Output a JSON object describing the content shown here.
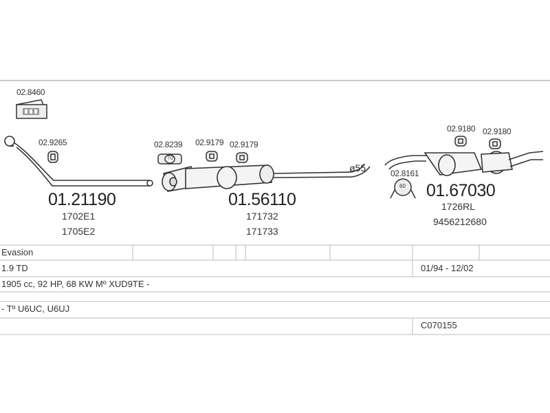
{
  "labels": {
    "clamp_box": "02.8460",
    "gasket_front": "02.9265",
    "front_pipe_part": "01.21190",
    "front_pipe_ref1": "1702E1",
    "front_pipe_ref2": "1705E2",
    "clamp_mid": "02.8239",
    "clamp_mid_inner": "70",
    "hanger_mid1": "02.9179",
    "hanger_mid2": "02.9179",
    "mid_part": "01.56110",
    "mid_ref1": "171732",
    "mid_ref2": "171733",
    "pipe_diameter": "ø55",
    "clamp_rear": "02.8161",
    "clamp_rear_inner": "60",
    "hanger_rear1": "02.9180",
    "hanger_rear2": "02.9180",
    "rear_part": "01.67030",
    "rear_ref1": "1726RL",
    "rear_ref2": "9456212680"
  },
  "table": {
    "model": "Evasion",
    "engine": "1.9 TD",
    "date_range": "01/94 - 12/02",
    "spec": "1905 cc, 92 HP, 68 KW  Mº XUD9TE -",
    "type": "- Tº U6UC, U6UJ",
    "code": "C070155"
  },
  "colors": {
    "line": "#444444",
    "grid": "#bbbbbb",
    "fill": "#f4f4f4"
  }
}
